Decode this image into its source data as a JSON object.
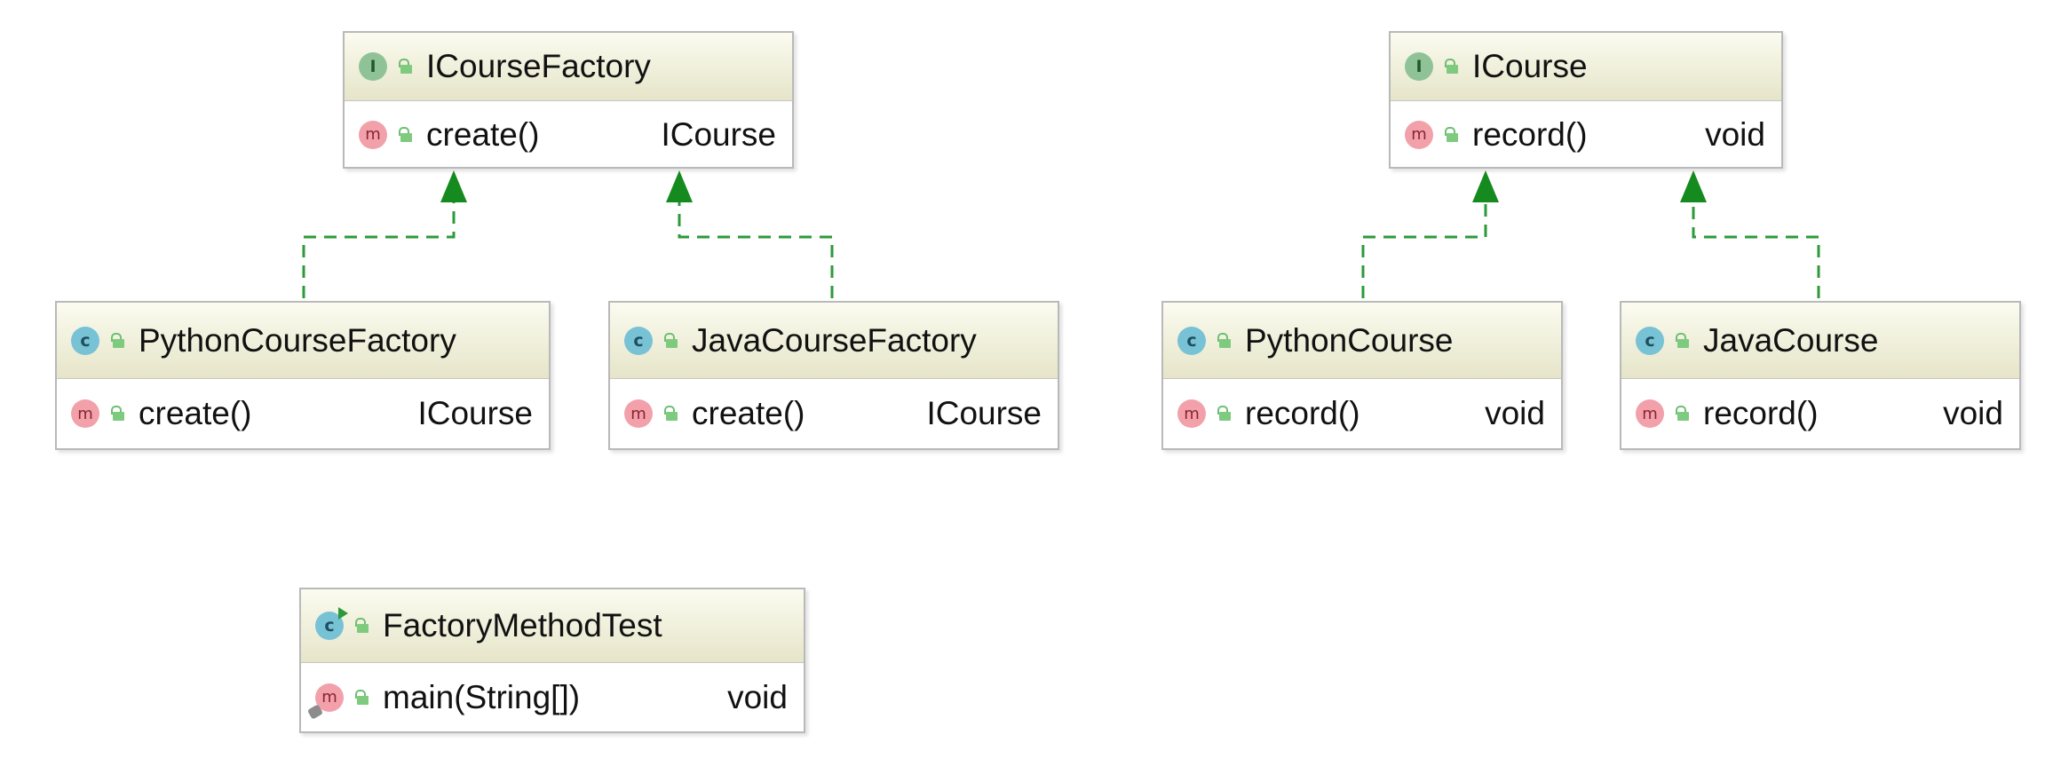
{
  "classes": {
    "icourse_factory": {
      "name": "ICourseFactory",
      "kind": "interface",
      "kind_icon": "I",
      "method": {
        "name": "create()",
        "return_type": "ICourse",
        "icon": "m"
      }
    },
    "icourse": {
      "name": "ICourse",
      "kind": "interface",
      "kind_icon": "I",
      "method": {
        "name": "record()",
        "return_type": "void",
        "icon": "m"
      }
    },
    "python_course_factory": {
      "name": "PythonCourseFactory",
      "kind": "class",
      "kind_icon": "c",
      "method": {
        "name": "create()",
        "return_type": "ICourse",
        "icon": "m"
      }
    },
    "java_course_factory": {
      "name": "JavaCourseFactory",
      "kind": "class",
      "kind_icon": "c",
      "method": {
        "name": "create()",
        "return_type": "ICourse",
        "icon": "m"
      }
    },
    "python_course": {
      "name": "PythonCourse",
      "kind": "class",
      "kind_icon": "c",
      "method": {
        "name": "record()",
        "return_type": "void",
        "icon": "m"
      }
    },
    "java_course": {
      "name": "JavaCourse",
      "kind": "class",
      "kind_icon": "c",
      "method": {
        "name": "record()",
        "return_type": "void",
        "icon": "m"
      }
    },
    "factory_method_test": {
      "name": "FactoryMethodTest",
      "kind": "class",
      "kind_icon": "c",
      "method": {
        "name": "main(String[])",
        "return_type": "void",
        "icon": "m"
      }
    }
  },
  "relations": [
    {
      "type": "implements",
      "from": "PythonCourseFactory",
      "to": "ICourseFactory"
    },
    {
      "type": "implements",
      "from": "JavaCourseFactory",
      "to": "ICourseFactory"
    },
    {
      "type": "implements",
      "from": "PythonCourse",
      "to": "ICourse"
    },
    {
      "type": "implements",
      "from": "JavaCourse",
      "to": "ICourse"
    }
  ],
  "colors": {
    "header_top": "#fbfbf0",
    "header_bottom": "#e6e5c9",
    "border": "#b9b9b9",
    "interface_badge": "#8fc397",
    "class_badge": "#78c2d6",
    "method_badge": "#f2a1ab",
    "relation_line": "#2c9a3a",
    "arrowhead": "#158a1e"
  }
}
